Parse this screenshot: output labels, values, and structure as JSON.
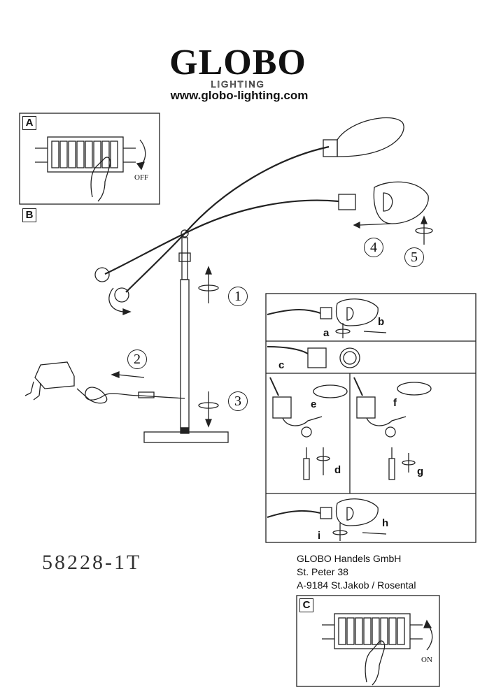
{
  "header": {
    "brand": "GLOBO",
    "sub_brand": "LIGHTING",
    "website": "www.globo-lighting.com"
  },
  "panels": {
    "a": {
      "tag": "A",
      "switch_label": "OFF"
    },
    "b": {
      "tag": "B"
    },
    "c": {
      "tag": "C",
      "switch_label": "ON"
    }
  },
  "steps": [
    "1",
    "2",
    "3",
    "4",
    "5"
  ],
  "detail_labels": [
    "a",
    "b",
    "c",
    "d",
    "e",
    "f",
    "g",
    "h",
    "i"
  ],
  "product": {
    "model": "58228-1T"
  },
  "company": {
    "name": "GLOBO Handels GmbH",
    "street": "St. Peter 38",
    "city": "A-9184 St.Jakob / Rosental"
  }
}
